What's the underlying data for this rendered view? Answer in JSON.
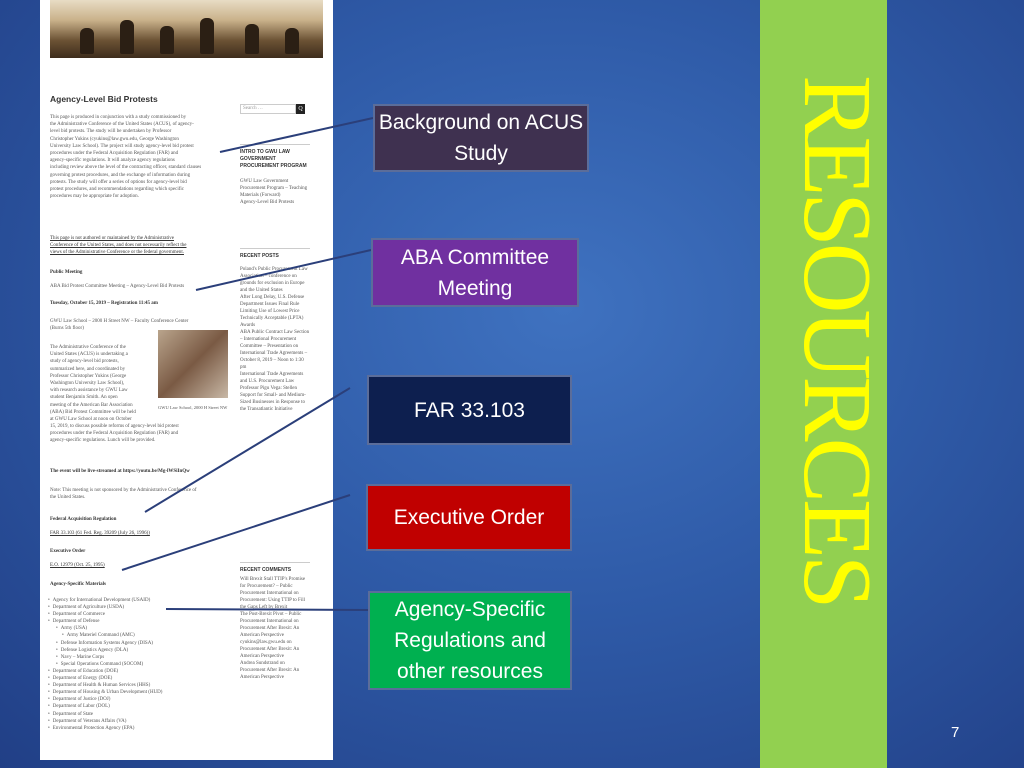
{
  "webpage": {
    "title": "Agency-Level Bid Protests",
    "intro_lines": [
      "This page is produced in conjunction with a study commissioned by",
      "the Administrative Conference of the United States (ACUS), of agency-",
      "level bid protests. The study will be undertaken by Professor",
      "Christopher Yukins (cyukins@law.gwu.edu, George Washington",
      "University Law School). The project will study agency-level bid protest",
      "procedures under the Federal Acquisition Regulation (FAR) and",
      "agency-specific regulations. It will analyze agency regulations",
      "including review above the level of the contracting officer, standard clauses",
      "governing protest procedures, and the exchange of information during",
      "protests. The study will offer a series of options for agency-level bid",
      "protest procedures, and recommendations regarding which specific",
      "procedures may be appropriate for adoption."
    ],
    "disclaimer_lines": [
      "This page is not authored or maintained by the Administrative",
      "Conference of the United States, and does not necessarily reflect the",
      "views of the Administrative Conference or the federal government."
    ],
    "public_meeting_heading": "Public Meeting",
    "meeting_title": "ABA Bid Protest Committee Meeting – Agency-Level Bid Protests",
    "meeting_time": "Tuesday, October 15, 2019 – Registration 11:45 am",
    "meeting_place_lines": [
      "GWU Law School – 2000 H Street NW – Faculty Conference Center",
      "(Burns 5th floor)"
    ],
    "meeting_body_lines": [
      "The Administrative Conference of the",
      "United States (ACUS) is undertaking a",
      "study of agency-level bid protests,",
      "summarized here, and coordinated by",
      "Professor Christopher Yukins (George",
      "Washington University Law School),",
      "with research assistance by GWU Law",
      "student Benjamin Smith. An open",
      "meeting of the American Bar Association",
      "(ABA) Bid Protest Committee will be held",
      "at GWU Law School at noon on October",
      "15, 2019, to discuss possible reforms of agency-level bid protest",
      "procedures under the Federal Acquisition Regulation (FAR) and",
      "agency-specific regulations. Lunch will be provided."
    ],
    "photo_caption": "GWU Law School, 2000 H Street NW",
    "livestream": "The event will be live-streamed at https://youtu.be/Mg-lWSiInQw",
    "note_lines": [
      "Note: This meeting is not sponsored by the Administrative Conference of",
      "the United States."
    ],
    "far_heading": "Federal Acquisition Regulation",
    "far_link": "FAR 33.103 (61 Fed. Reg. 39209 (July 26, 1996))",
    "eo_heading": "Executive Order",
    "eo_link": "E.O. 12979 (Oct. 25, 1995)",
    "agency_heading": "Agency-Specific Materials",
    "agency_links": [
      "Agency for International Development (USAID)",
      "Department of Agriculture (USDA)",
      "Department of Commerce",
      "Department of Defense",
      "Army (USA)",
      "Army Materiel Command (AMC)",
      "Defense Information Systems Agency (DISA)",
      "Defense Logistics Agency (DLA)",
      "Navy – Marine Corps",
      "Special Operations Command (SOCOM)",
      "Department of Education (DOE)",
      "Department of Energy (DOE)",
      "Department of Health & Human Services (HHS)",
      "Department of Housing & Urban Development (HUD)",
      "Department of Justice (DOJ)",
      "Department of Labor (DOL)",
      "Department of State",
      "Department of Veterans Affairs (VA)",
      "Environmental Protection Agency (EPA)"
    ],
    "sidebar": {
      "search_placeholder": "Search …",
      "search_button": "Q",
      "intro_heading": "INTRO TO GWU LAW GOVERNMENT PROCUREMENT PROGRAM",
      "intro_items": [
        "GWU Law Government Procurement Program – Teaching Materials (Forward)",
        "Agency-Level Bid Protests"
      ],
      "recent_posts_heading": "RECENT POSTS",
      "recent_posts": [
        "Poland's Public Procurement Law Association – conference on grounds for exclusion in Europe and the United States",
        "After Long Delay, U.S. Defense Department Issues Final Rule Limiting Use of Lowest Price Technically Acceptable (LPTA) Awards",
        "ABA Public Contract Law Section – International Procurement Committee – Presentation on International Trade Agreements – October 8, 2019 – Noon to 1:30 pm",
        "International Trade Agreements and U.S. Procurement Law",
        "Professor Pigu Vega: Stellen Support for Small- and Medium-Sized Businesses in Response to the Transatlantic Initiative"
      ],
      "recent_comments_heading": "RECENT COMMENTS",
      "recent_comments": [
        "Will Brexit Stall TTIP's Promise for Procurement? – Public Procurement International on Procurement: Using TTIP to Fill the Gaps Left by Brexit",
        "The Post-Brexit Pivot – Public Procurement International on Procurement After Brexit: An American Perspective",
        "cyukins@law.gwu.edu on Procurement After Brexit: An American Perspective",
        "Andrea Sundstrand on Procurement After Brexit: An American Perspective"
      ]
    }
  },
  "callouts": {
    "acus": "Background on ACUS Study",
    "aba": "ABA Committee Meeting",
    "far": "FAR 33.103",
    "eo": "Executive Order",
    "agency": "Agency-Specific Regulations and other resources"
  },
  "banner_title": "RESOURCES",
  "slide_number": "7",
  "colors": {
    "background": "#2f5ba8",
    "banner": "#92d050",
    "banner_text": "#ffff00",
    "acus_box": "#3f3150",
    "aba_box": "#7030a0",
    "far_box": "#0d1f4f",
    "eo_box": "#c00000",
    "agency_box": "#00b050"
  }
}
